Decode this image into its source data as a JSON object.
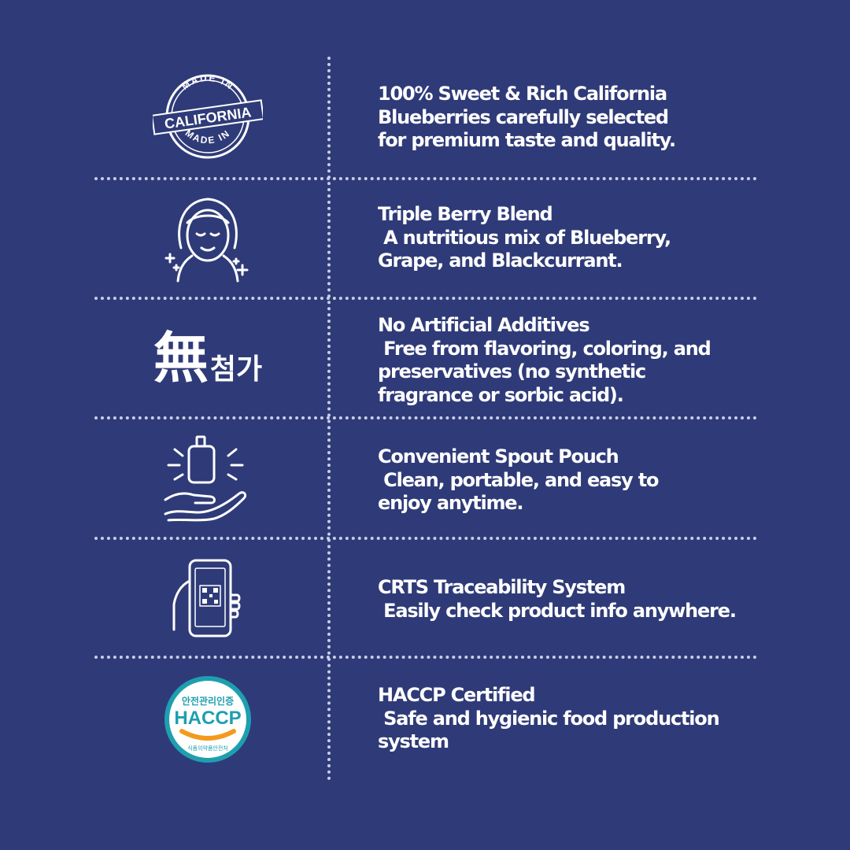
{
  "features": [
    {
      "icon": "made-in-california-stamp-icon",
      "badge_top": "MADE IN",
      "badge_main": "CALIFORNIA",
      "badge_bottom": "MADE IN",
      "lines": [
        "100% Sweet & Rich California",
        "Blueberries carefully selected",
        "for premium taste and quality."
      ]
    },
    {
      "icon": "smiling-face-sparkle-icon",
      "lines": [
        "Triple Berry Blend",
        " A nutritious mix of Blueberry,",
        "Grape, and Blackcurrant."
      ]
    },
    {
      "icon": "no-additives-badge-icon",
      "badge_main": "無",
      "badge_sub": "첨가",
      "lines": [
        "No Artificial Additives",
        " Free from flavoring, coloring, and",
        "preservatives (no synthetic",
        "fragrance or sorbic acid)."
      ]
    },
    {
      "icon": "hand-holding-pouch-icon",
      "lines": [
        "Convenient Spout Pouch",
        " Clean, portable, and easy to",
        "enjoy anytime."
      ]
    },
    {
      "icon": "phone-qr-code-icon",
      "lines": [
        "CRTS Traceability System",
        " Easily check product info anywhere."
      ]
    },
    {
      "icon": "haccp-certification-badge-icon",
      "badge_top": "안전관리인증",
      "badge_main": "HACCP",
      "badge_bottom": "식품의약품안전처",
      "lines": [
        "HACCP Certified",
        " Safe and hygienic food production",
        "system"
      ]
    }
  ],
  "colors": {
    "background": "#2f3b78",
    "text": "#ffffff",
    "divider": "#c9cfe6",
    "haccp_teal": "#1e9fb0",
    "haccp_orange": "#f39a1e"
  }
}
